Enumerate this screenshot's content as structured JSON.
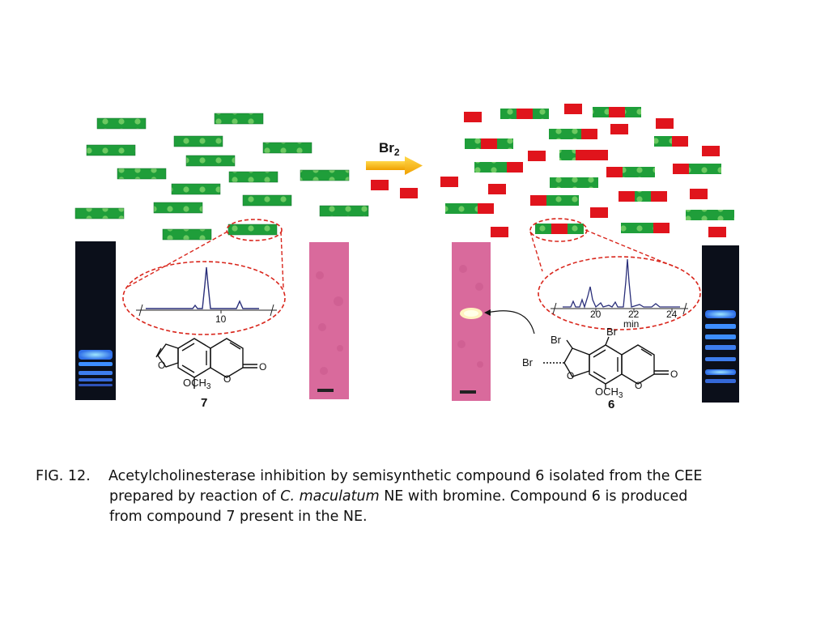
{
  "figure": {
    "reagent_label": "Br",
    "reagent_subscript": "2",
    "left_compound_number": "7",
    "right_compound_number": "6",
    "left_chromatogram_tick": "10",
    "right_chromatogram_ticks": [
      "20",
      "22",
      "24"
    ],
    "right_chromatogram_axis_unit": "min",
    "left_substituent": "OCH",
    "left_substituent_sub": "3",
    "right_substituent": "OCH",
    "right_substituent_sub": "3",
    "bromine_atom": "Br",
    "colors": {
      "green_block": "#1f9e3a",
      "red_block": "#e0141c",
      "arrow": "#f5b400",
      "dashed_ellipse": "#d9261c",
      "chromatogram": "#2a2f7a",
      "plate_pink": "#d96a9c",
      "tlc_dark": "#0b0f1a",
      "tlc_blue": "#3d8dff"
    }
  },
  "caption": {
    "label": "FIG. 12.",
    "text_1": "Acetylcholinesterase inhibition by semisynthetic compound 6 isolated from the CEE",
    "text_2a": "prepared by reaction of ",
    "species": "C. maculatum",
    "text_2b": " NE with bromine. Compound 6 is produced",
    "text_3": "from compound 7 present in the NE."
  }
}
